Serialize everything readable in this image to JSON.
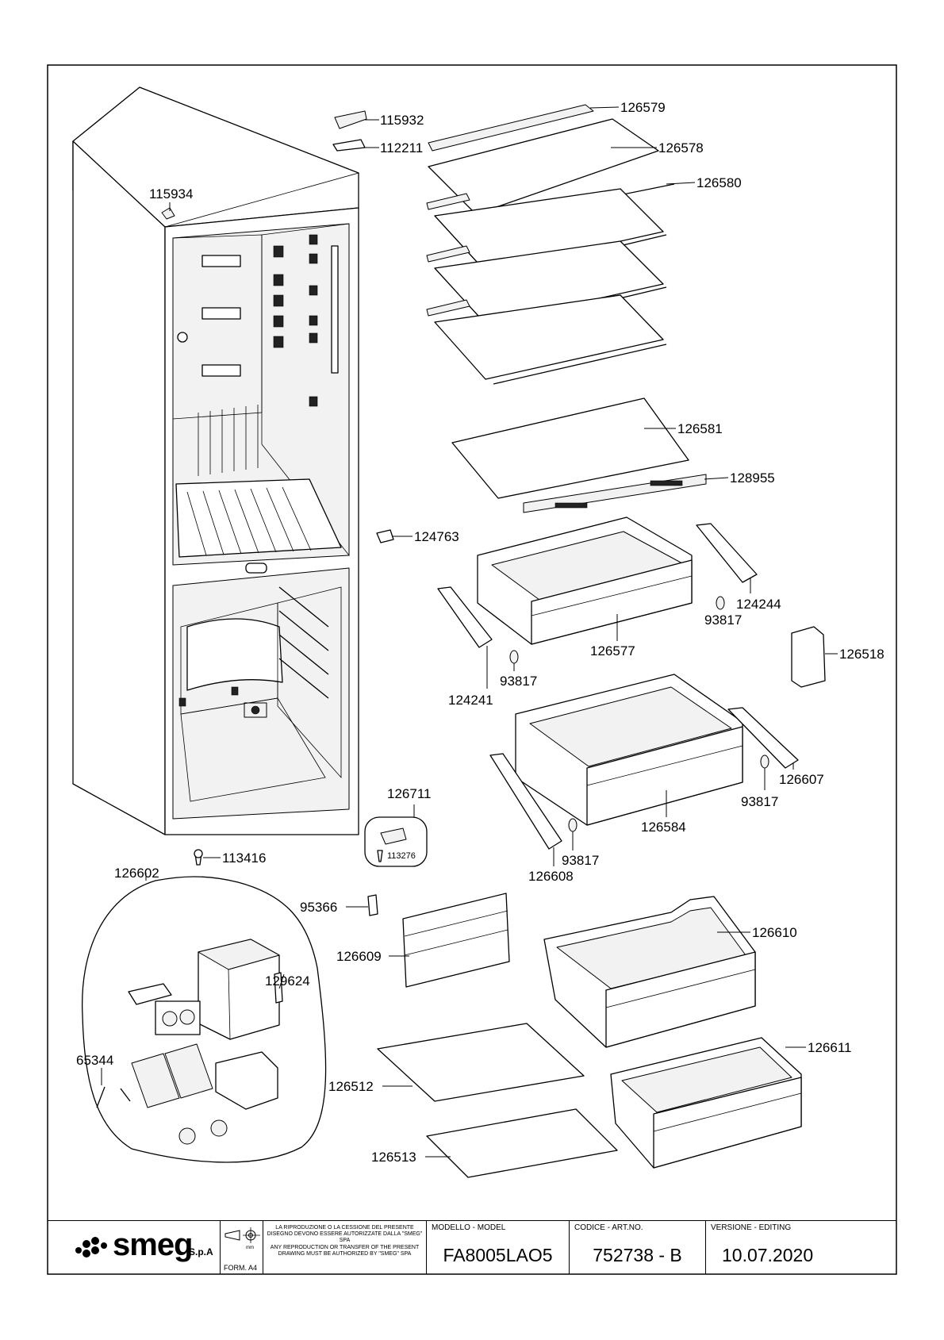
{
  "parts": {
    "p115932": "115932",
    "p126579": "126579",
    "p112211": "112211",
    "p126578": "126578",
    "p126580": "126580",
    "p115934": "115934",
    "p126581": "126581",
    "p128955": "128955",
    "p124763": "124763",
    "p124244": "124244",
    "p93817a": "93817",
    "p126577": "126577",
    "p126518": "126518",
    "p93817b": "93817",
    "p124241": "124241",
    "p126607": "126607",
    "p93817c": "93817",
    "p126584": "126584",
    "p126711": "126711",
    "p113276": "113276",
    "p93817d": "93817",
    "p126608": "126608",
    "p113416": "113416",
    "p126602": "126602",
    "p95366": "95366",
    "p126610": "126610",
    "p126609": "126609",
    "p129624": "129624",
    "p65344": "65344",
    "p126611": "126611",
    "p126512": "126512",
    "p126513": "126513"
  },
  "titleblock": {
    "brand": "smeg",
    "brand_suffix": "S.p.A",
    "form": "FORM. A4",
    "notice_it": "LA RIPRODUZIONE O LA CESSIONE DEL PRESENTE DISEGNO DEVONO ESSERE AUTORIZZATE DALLA \"SMEG\" SPA",
    "notice_en": "ANY REPRODUCTION OR TRANSFER OF THE PRESENT DRAWING MUST BE AUTHORIZED BY \"SMEG\" SPA",
    "model_caption": "MODELLO - MODEL",
    "model": "FA8005LAO5",
    "code_caption": "CODICE - ART.NO.",
    "code": "752738 - B",
    "version_caption": "VERSIONE - EDITING",
    "version": "10.07.2020",
    "unit_label": "mm"
  }
}
